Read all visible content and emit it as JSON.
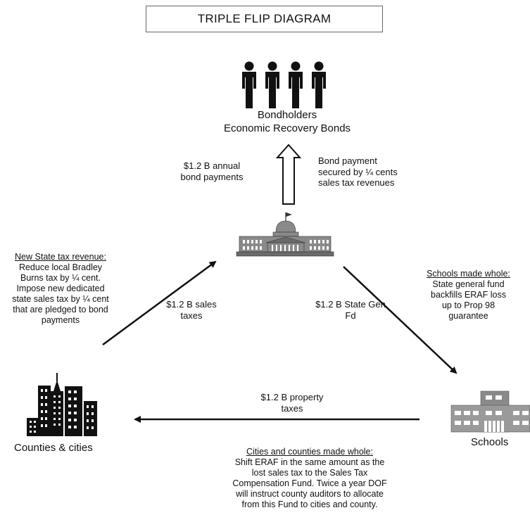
{
  "title": "TRIPLE FLIP DIAGRAM",
  "nodes": {
    "bondholders": {
      "line1": "Bondholders",
      "line2": "Economic Recovery Bonds"
    },
    "counties": {
      "label": "Counties & cities"
    },
    "schools": {
      "label": "Schools"
    }
  },
  "flows": {
    "to_bondholders": {
      "line1": "$1.2 B annual",
      "line2": "bond payments"
    },
    "bond_security": {
      "line1": "Bond payment",
      "line2": "secured by ¼ cents",
      "line3": "sales tax revenues"
    },
    "sales_taxes": {
      "line1": "$1.2 B sales",
      "line2": "taxes"
    },
    "state_gen_fd": {
      "line1": "$1.2 B State Gen",
      "line2": "Fd"
    },
    "property_taxes": {
      "line1": "$1.2 B property",
      "line2": "taxes"
    }
  },
  "notes": {
    "new_state_revenue": {
      "heading": "New State tax revenue:",
      "lines": [
        "Reduce local Bradley",
        "Burns tax by ¼ cent.",
        "Impose new dedicated",
        "state sales tax by ¼ cent",
        "that are pledged to bond",
        "payments"
      ]
    },
    "schools_whole": {
      "heading": "Schools made whole:",
      "lines": [
        "State general fund",
        "backfills ERAF loss",
        "up to Prop 98",
        "guarantee"
      ]
    },
    "cities_whole": {
      "heading": "Cities and counties made whole:",
      "lines": [
        "Shift ERAF in the same amount as the",
        "lost sales tax to the Sales Tax",
        "Compensation Fund. Twice a year DOF",
        "will instruct county auditors to allocate",
        "from this Fund to cities and county."
      ]
    }
  },
  "icons": [
    "people-icon",
    "capitol-building-icon",
    "city-skyline-icon",
    "school-building-icon"
  ],
  "colors": {
    "ink": "#111111",
    "building_gray": "#8a8a8a",
    "building_dark": "#4a4a4a"
  }
}
